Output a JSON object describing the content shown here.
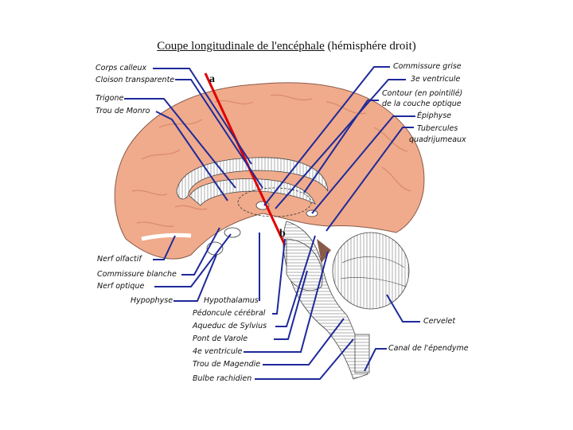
{
  "title": {
    "main": "Coupe longitudinale de l'encéphale",
    "sub": "(hémisphére droit)"
  },
  "labels_left": [
    "Corps calleux",
    "Cloison transparente",
    "Trigone",
    "Trou de Monro",
    "Nerf olfactif",
    "Commissure blanche",
    "Nerf optique",
    "Hypophyse"
  ],
  "labels_right": [
    "Commissure grise",
    "3e ventricule",
    "Contour (en pointillé)",
    "de la couche optique",
    "Épiphyse",
    "Tubercules",
    "quadrijumeaux",
    "Cervelet",
    "Canal de l'épendyme"
  ],
  "labels_bottom": [
    "Hypothalamus",
    "Pédoncule cérébral",
    "Aqueduc de Sylvius",
    "Pont de Varole",
    "4e ventricule",
    "Trou de Magendie",
    "Bulbe rachidien"
  ],
  "markers": {
    "a": "a",
    "b": "b"
  },
  "colors": {
    "brain": "#efab8c",
    "brain_dark": "#d98a6a",
    "leader": "#1f2a9a",
    "cut_line": "#e00000",
    "hatch": "#555555"
  }
}
